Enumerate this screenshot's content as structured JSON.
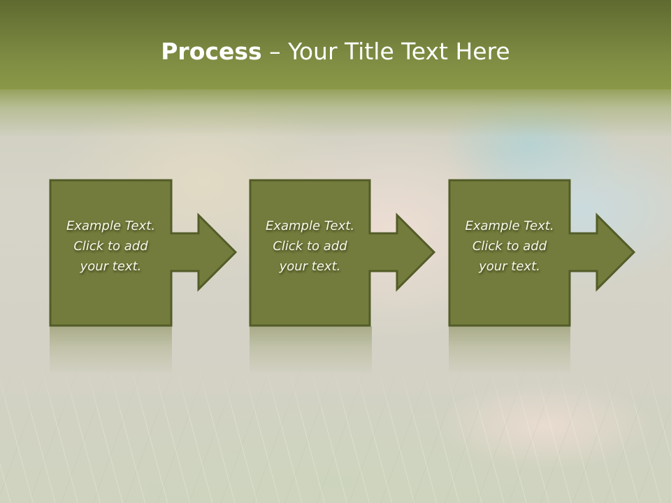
{
  "slide": {
    "title": {
      "strong": "Process",
      "rest": " – Your Title Text Here"
    },
    "colors": {
      "header_top": "#5e6a2f",
      "header_bottom": "#8a9848",
      "shape_fill": "#737c3c",
      "shape_border": "#535c28",
      "text": "#f7f7ea"
    },
    "steps": [
      {
        "line1": "Example Text.",
        "line2": "Click  to add",
        "line3": "your text."
      },
      {
        "line1": "Example Text.",
        "line2": "Click  to add",
        "line3": "your text."
      },
      {
        "line1": "Example Text.",
        "line2": "Click  to add",
        "line3": "your text."
      }
    ]
  }
}
